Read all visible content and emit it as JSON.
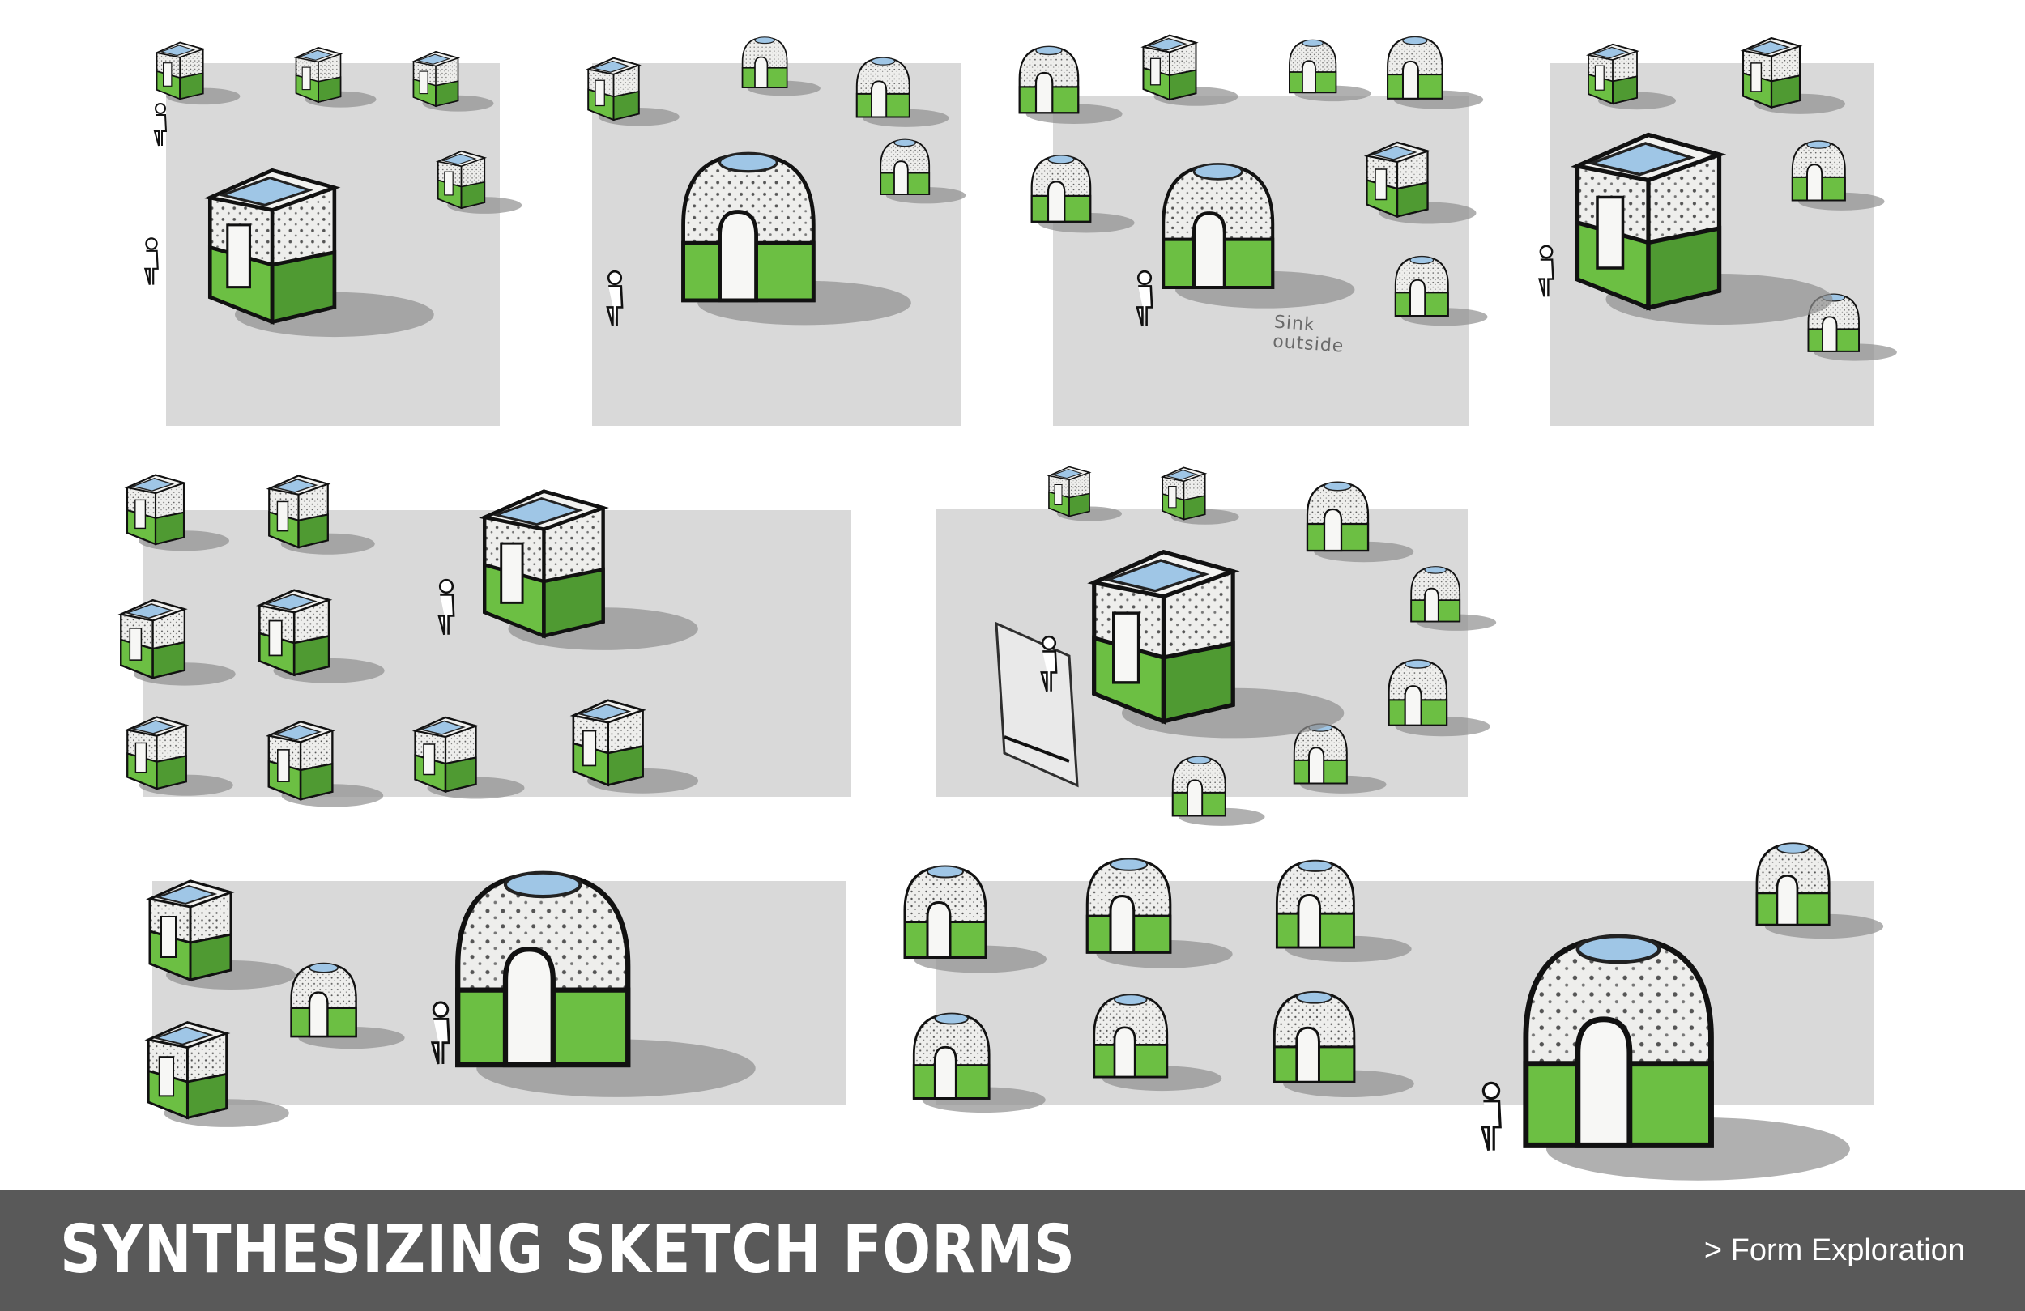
{
  "colors": {
    "panel": "#d9d9d9",
    "accent_green": "#6cbf43",
    "footer_bg": "#595959"
  },
  "annotation": {
    "line1": "Sink",
    "line2": "outside"
  },
  "footer": {
    "title": "SYNTHESIZING SKETCH FORMS",
    "subtitle": "> Form Exploration"
  }
}
